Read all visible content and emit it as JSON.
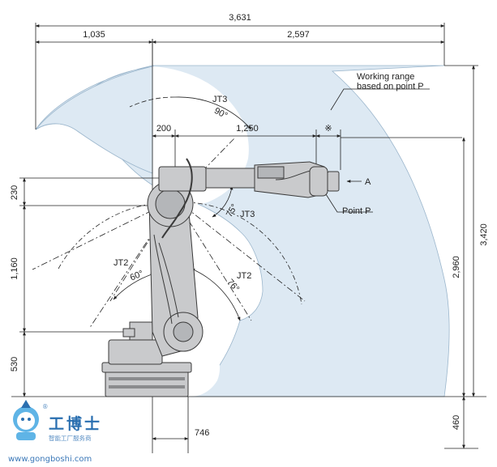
{
  "dimensions": {
    "top_total": "3,631",
    "top_left": "1,035",
    "top_right": "2,597",
    "offset_200": "200",
    "offset_1250": "1,250",
    "left_230": "230",
    "left_1160": "1,160",
    "left_530": "530",
    "bottom_746": "746",
    "right_2960": "2,960",
    "right_3420": "3,420",
    "right_460": "460",
    "marker": "※"
  },
  "labels": {
    "working_range_line1": "Working range",
    "working_range_line2": "based on point P",
    "point_p": "Point P",
    "view_a": "A",
    "jt3_upper": "JT3",
    "jt3_upper_angle": "90°",
    "jt3_lower": "JT3",
    "jt3_lower_angle": "75°",
    "jt2_left": "JT2",
    "jt2_left_angle": "60°",
    "jt2_right": "JT2",
    "jt2_right_angle": "76°"
  },
  "watermark": {
    "brand": "工博士",
    "tagline": "智能工厂服务商",
    "url": "www.gongboshi.com",
    "registered": "®"
  },
  "colors": {
    "working_range_fill": "#dde9f3",
    "working_range_stroke": "#9bb6cc",
    "line": "#222222",
    "robot_fill": "#c9cacc",
    "robot_stroke": "#3a3a3a",
    "watermark_blue": "#2a6fb0"
  }
}
